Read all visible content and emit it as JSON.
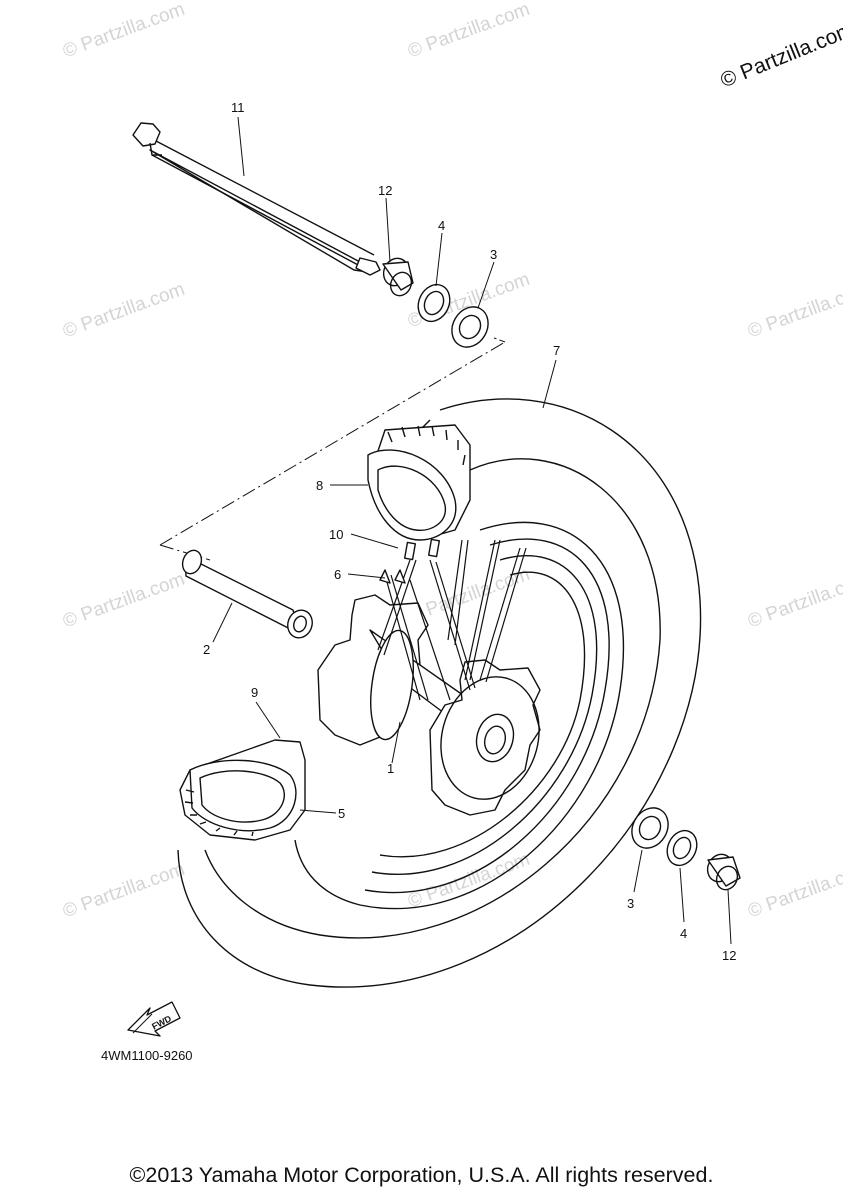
{
  "copyright_top": "© Partzilla.com",
  "watermark": "© Partzilla.com",
  "labels": {
    "p11": "11",
    "p12a": "12",
    "p4a": "4",
    "p3a": "3",
    "p7": "7",
    "p8": "8",
    "p10": "10",
    "p6": "6",
    "p2": "2",
    "p9": "9",
    "p1": "1",
    "p5": "5",
    "p3b": "3",
    "p4b": "4",
    "p12b": "12"
  },
  "fwd": "FWD",
  "diagram_code": "4WM1100-9260",
  "footer": "©2013 Yamaha Motor Corporation, U.S.A. All rights reserved.",
  "icons": {
    "fwd_arrow": "fwd-arrow-icon"
  }
}
